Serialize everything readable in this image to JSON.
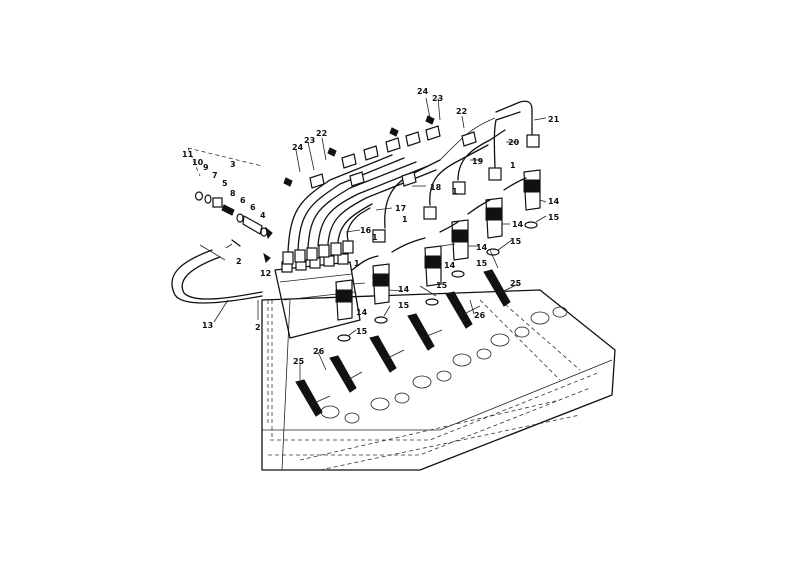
{
  "callouts": [
    {
      "id": "c11",
      "text": "11"
    },
    {
      "id": "c10",
      "text": "10"
    },
    {
      "id": "c9",
      "text": "9"
    },
    {
      "id": "c7",
      "text": "7"
    },
    {
      "id": "c5",
      "text": "5"
    },
    {
      "id": "c3",
      "text": "3"
    },
    {
      "id": "c8",
      "text": "8"
    },
    {
      "id": "c6",
      "text": "6"
    },
    {
      "id": "c6b",
      "text": "6"
    },
    {
      "id": "c4",
      "text": "4"
    },
    {
      "id": "c2a",
      "text": "2"
    },
    {
      "id": "c12",
      "text": "12"
    },
    {
      "id": "c13",
      "text": "13"
    },
    {
      "id": "c2b",
      "text": "2"
    },
    {
      "id": "c24a",
      "text": "24"
    },
    {
      "id": "c23a",
      "text": "23"
    },
    {
      "id": "c22a",
      "text": "22"
    },
    {
      "id": "c24b",
      "text": "24"
    },
    {
      "id": "c23b",
      "text": "23"
    },
    {
      "id": "c22b",
      "text": "22"
    },
    {
      "id": "c21",
      "text": "21"
    },
    {
      "id": "c20",
      "text": "20"
    },
    {
      "id": "c19",
      "text": "19"
    },
    {
      "id": "c18",
      "text": "18"
    },
    {
      "id": "c17",
      "text": "17"
    },
    {
      "id": "c16",
      "text": "16"
    },
    {
      "id": "c1a",
      "text": "1"
    },
    {
      "id": "c1b",
      "text": "1"
    },
    {
      "id": "c1c",
      "text": "1"
    },
    {
      "id": "c1d",
      "text": "1"
    },
    {
      "id": "c1e",
      "text": "1"
    },
    {
      "id": "c14a",
      "text": "14"
    },
    {
      "id": "c14b",
      "text": "14"
    },
    {
      "id": "c14c",
      "text": "14"
    },
    {
      "id": "c14d",
      "text": "14"
    },
    {
      "id": "c14e",
      "text": "14"
    },
    {
      "id": "c14f",
      "text": "14"
    },
    {
      "id": "c15a",
      "text": "15"
    },
    {
      "id": "c15b",
      "text": "15"
    },
    {
      "id": "c15c",
      "text": "15"
    },
    {
      "id": "c15d",
      "text": "15"
    },
    {
      "id": "c15e",
      "text": "15"
    },
    {
      "id": "c15f",
      "text": "15"
    },
    {
      "id": "c25a",
      "text": "25"
    },
    {
      "id": "c26a",
      "text": "26"
    },
    {
      "id": "c25b",
      "text": "25"
    },
    {
      "id": "c26b",
      "text": "26"
    }
  ]
}
